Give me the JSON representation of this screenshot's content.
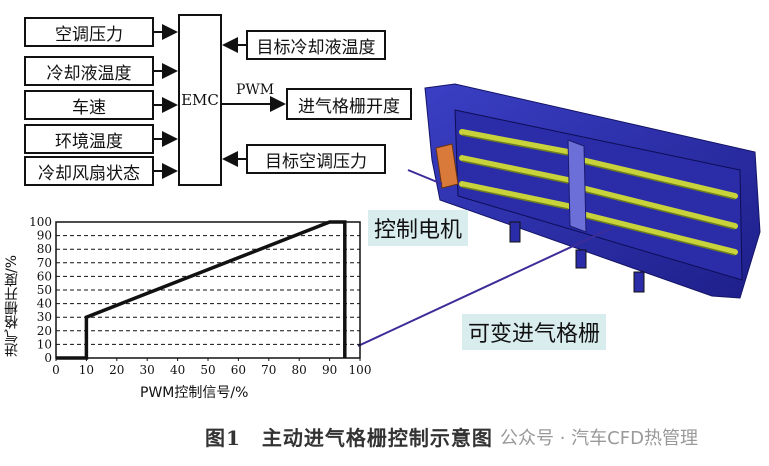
{
  "inputs": [
    {
      "label": "空调压力"
    },
    {
      "label": "冷却液温度"
    },
    {
      "label": "车速"
    },
    {
      "label": "环境温度"
    },
    {
      "label": "冷却风扇状态"
    }
  ],
  "controller": {
    "label": "EMC"
  },
  "feedback": [
    {
      "label": "目标冷却液温度"
    },
    {
      "label": "目标空调压力"
    }
  ],
  "output": {
    "label": "进气格栅开度",
    "signal": "PWM"
  },
  "callouts": {
    "motor": "控制电机",
    "grille": "可变进气格栅"
  },
  "caption": "图1　主动进气格栅控制示意图",
  "watermark": "公众号 · 汽车CFD热管理",
  "chart_data": {
    "type": "line",
    "xlabel": "PWM控制信号/%",
    "ylabel": "进气格栅开度/%",
    "xlim": [
      0,
      100
    ],
    "ylim": [
      0,
      100
    ],
    "xticks": [
      "0",
      "10",
      "20",
      "30",
      "40",
      "50",
      "60",
      "70",
      "80",
      "90",
      "100"
    ],
    "yticks": [
      "0",
      "10",
      "20",
      "30",
      "40",
      "50",
      "60",
      "70",
      "80",
      "90",
      "100"
    ],
    "grid": "horizontal dashed",
    "series": [
      {
        "x": [
          0,
          10,
          10,
          90,
          95,
          95
        ],
        "y": [
          0,
          0,
          30,
          100,
          100,
          0
        ]
      }
    ]
  }
}
